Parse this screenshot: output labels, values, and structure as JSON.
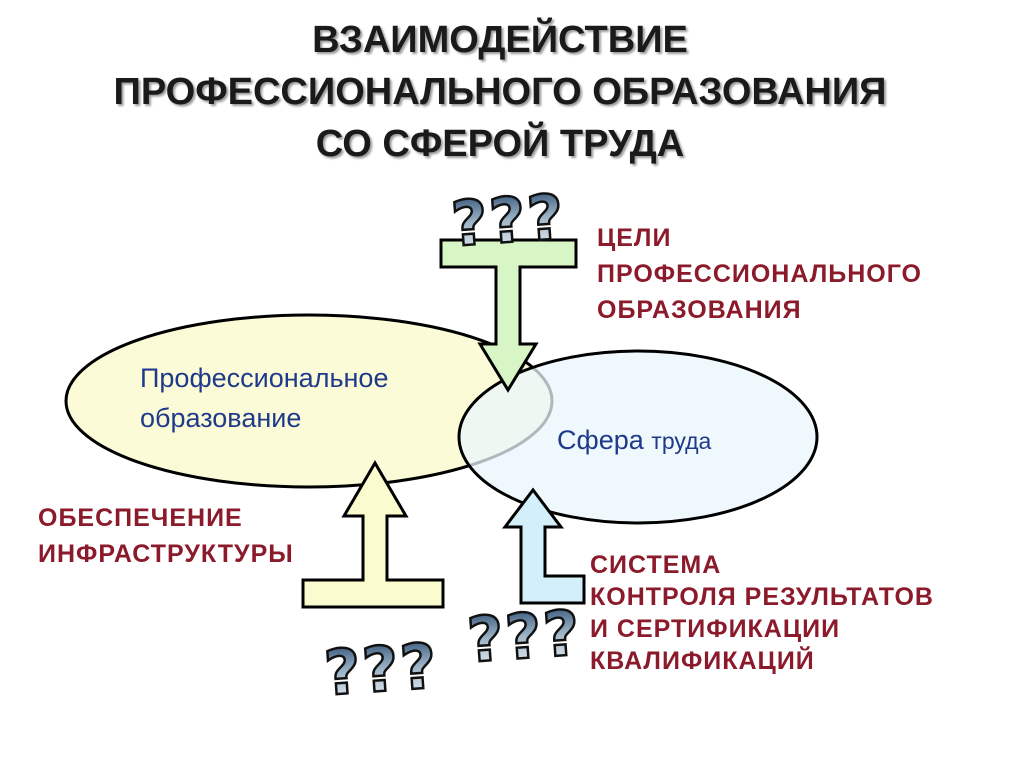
{
  "title": {
    "line1": "ВЗАИМОДЕЙСТВИЕ",
    "line2": "ПРОФЕССИОНАЛЬНОГО ОБРАЗОВАНИЯ",
    "line3": "СО СФЕРОЙ ТРУДА"
  },
  "ellipses": {
    "education": {
      "line1": "Профессиональное",
      "line2": "образование"
    },
    "labor": {
      "word1": "Сфера",
      "word2": "труда"
    }
  },
  "labels": {
    "goals": [
      "ЦЕЛИ",
      "ПРОФЕССИОНАЛЬНОГО",
      "ОБРАЗОВАНИЯ"
    ],
    "infrastructure": [
      "ОБЕСПЕЧЕНИЕ",
      "ИНФРАСТРУКТУРЫ"
    ],
    "control": [
      "СИСТЕМА",
      "КОНТРОЛЯ РЕЗУЛЬТАТОВ",
      "И СЕРТИФИКАЦИИ",
      "КВАЛИФИКАЦИЙ"
    ]
  },
  "question_marks": "???",
  "colors": {
    "title": "#1a1a1a",
    "red_label": "#8b1a2b",
    "blue_text": "#1f3a8a",
    "education_fill": "#fbfbd8",
    "labor_fill": "#eaf5fb",
    "arrow_green": "#d8f5c6",
    "arrow_yellow": "#fbfbd0",
    "arrow_blue": "#d2effa"
  }
}
